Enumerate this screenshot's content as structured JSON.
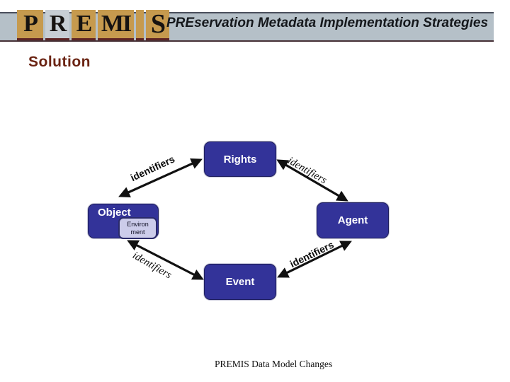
{
  "banner": {
    "tiles": [
      {
        "letter": "P"
      },
      {
        "letter": "R"
      },
      {
        "letter": "E"
      },
      {
        "letter": "MI"
      },
      {
        "letter": ""
      },
      {
        "letter": "S"
      }
    ],
    "title": "PREservation Metadata Implementation Strategies"
  },
  "slide": {
    "title": "Solution",
    "caption": "PREMIS Data Model Changes"
  },
  "diagram": {
    "nodes": {
      "rights": "Rights",
      "object": "Object",
      "agent": "Agent",
      "event": "Event",
      "environment_line1": "Environ",
      "environment_line2": "ment"
    },
    "edges": [
      {
        "from": "object",
        "to": "rights",
        "label": "identifiers"
      },
      {
        "from": "rights",
        "to": "agent",
        "label": "identifiers"
      },
      {
        "from": "object",
        "to": "event",
        "label": "identifiers"
      },
      {
        "from": "event",
        "to": "agent",
        "label": "identifiers"
      }
    ]
  },
  "colors": {
    "node_fill": "#333399",
    "node_border": "#20205E",
    "environment_fill": "#CCCCEA",
    "tile_tan": "#C69A4E",
    "tile_gray": "#C7CED4",
    "banner_band": "#B5C0C8",
    "tile_accent": "#5E2424",
    "slide_title": "#6B2413",
    "arrow": "#111111"
  }
}
